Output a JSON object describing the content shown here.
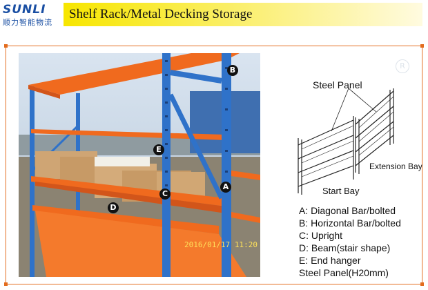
{
  "header": {
    "logo_text": "SUNLI",
    "logo_subtext": "顺力智能物流",
    "title": "Shelf Rack/Metal Decking Storage"
  },
  "photo": {
    "markers": [
      "A",
      "B",
      "C",
      "D",
      "E"
    ],
    "timestamp": "2016/01/17 11:20"
  },
  "diagram": {
    "steel_panel_label": "Steel Panel",
    "extension_bay_label": "Extension Bay",
    "start_bay_label": "Start Bay"
  },
  "legend": [
    "A: Diagonal Bar/bolted",
    "B: Horizontal Bar/bolted",
    "C: Upright",
    "D: Beam(stair shape)",
    "E: End hanger",
    "Steel Panel(H20mm)"
  ],
  "watermark": {
    "registered_mark": "R"
  },
  "colors": {
    "brand_blue": "#1a4fa3",
    "title_yellow": "#f7e600",
    "frame_orange": "#e36c1e",
    "rack_orange": "#f06a1e",
    "rack_blue": "#2f72c9"
  }
}
